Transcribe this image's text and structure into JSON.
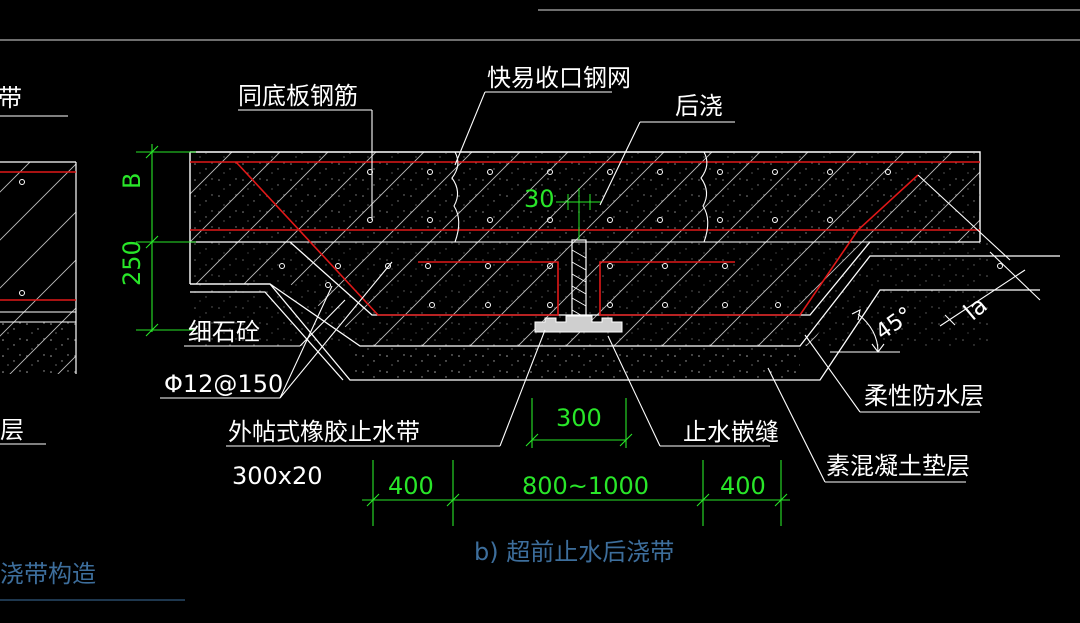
{
  "labels": {
    "same_bottom_rebar": "同底板钢筋",
    "quick_mesh": "快易收口钢网",
    "post_pour": "后浇",
    "fine_gravel": "细石砼",
    "rebar_spec": "Φ12@150",
    "external_waterstop": "外帖式橡胶止水带",
    "waterstop_size": "300x20",
    "joint_sealant": "止水嵌缝",
    "flexible_waterproof": "柔性防水层",
    "plain_concrete_cushion": "素混凝土垫层",
    "left_fragment_top": "带",
    "left_fragment_mid": "层"
  },
  "dimensions": {
    "b": "B",
    "h250": "250",
    "w30": "30",
    "w300": "300",
    "left400": "400",
    "mid": "800~1000",
    "right400": "400",
    "angle": "45°",
    "la": "la"
  },
  "captions": {
    "main": "b) 超前止水后浇带",
    "left_partial": "浇带构造"
  },
  "colors": {
    "background": "#000000",
    "lines": "#ffffff",
    "rebar": "#e01818",
    "dimension": "#29e629",
    "caption": "#3d6e9c",
    "axis": "#29e629"
  }
}
